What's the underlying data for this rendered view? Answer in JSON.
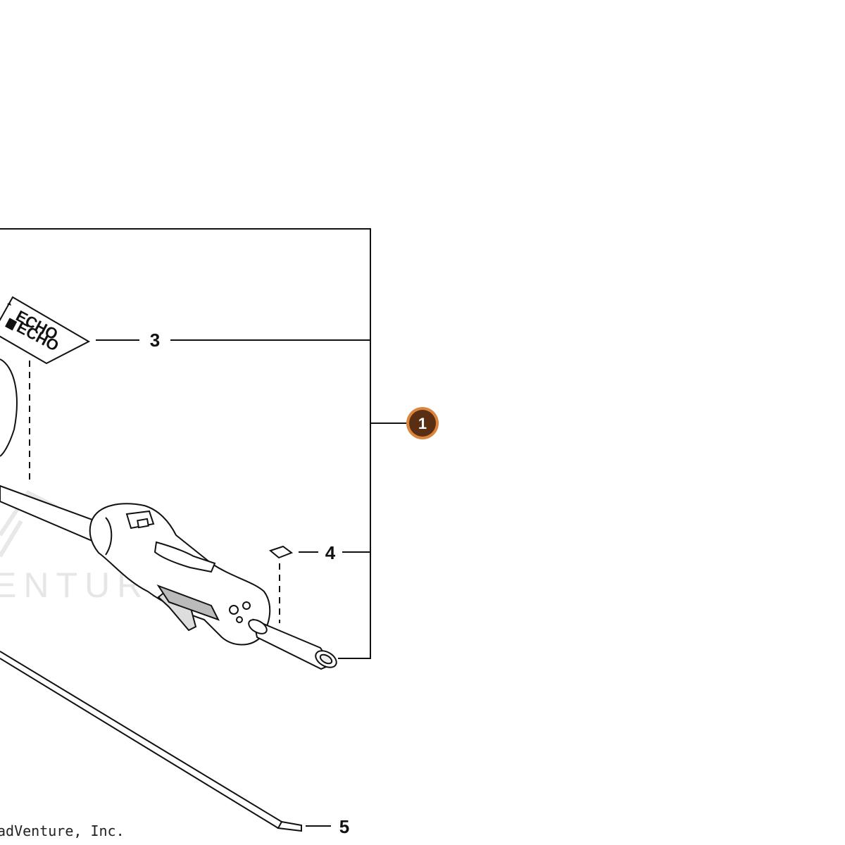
{
  "callouts": {
    "assembly": "1",
    "decal": "3",
    "label": "4",
    "shaft": "5"
  },
  "decal_text": "ECHO",
  "watermark": "ENTURE",
  "copyright": "adVenture, Inc.",
  "colors": {
    "badge_fill": "#5a2e12",
    "badge_ring": "#d9873f",
    "line": "#111111"
  }
}
